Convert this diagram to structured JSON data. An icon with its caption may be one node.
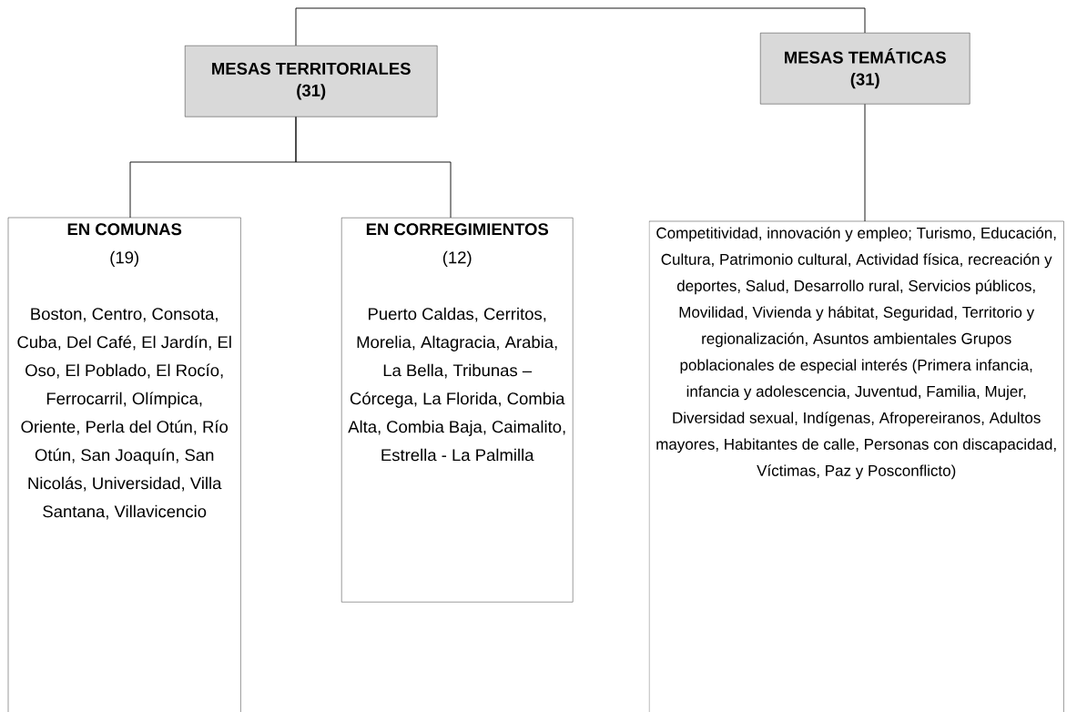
{
  "diagram": {
    "nodes": [
      {
        "text": [
          "MESAS TERRITORIALES",
          "(31)"
        ]
      },
      {
        "text": [
          "MESAS TEMÁTICAS",
          "(31)"
        ]
      },
      {
        "text": [
          "EN COMUNAS",
          "(19)",
          "Boston, Centro, Consota, Cuba, Del Café, El Jardín, El Oso, El Poblado, El Rocío, Ferrocarril, Olímpica, Oriente, Perla del Otún, Río Otún, San Joaquín, San Nicolás, Universidad, Villa Santana, Villavicencio"
        ]
      },
      {
        "text": [
          "EN CORREGIMIENTOS",
          "(12)",
          "Puerto Caldas, Cerritos, Morelia, Altagracia, Arabia, La Bella, Tribunas – Córcega, La Florida, Combia Alta, Combia Baja, Caimalito, Estrella - La Palmilla"
        ]
      },
      {
        "text": [
          "Competitividad, innovación y empleo; Turismo, Educación, Cultura, Patrimonio cultural, Actividad física, recreación y deportes, Salud, Desarrollo rural, Servicios públicos, Movilidad, Vivienda y hábitat, Seguridad, Territorio y regionalización, Asuntos ambientales Grupos poblacionales de especial interés (Primera infancia, infancia y adolescencia, Juventud, Familia, Mujer, Diversidad sexual, Indígenas, Afropereiranos, Adultos mayores, Habitantes de calle, Personas con discapacidad, Víctimas, Paz y Posconflicto)"
        ]
      }
    ],
    "edges": [
      {
        "from": 0,
        "to": 1,
        "arrow": "none"
      },
      {
        "from": 0,
        "to": 2,
        "arrow": "none"
      },
      {
        "from": 0,
        "to": 3,
        "arrow": "none"
      },
      {
        "from": 1,
        "to": 4,
        "arrow": "none"
      }
    ]
  }
}
